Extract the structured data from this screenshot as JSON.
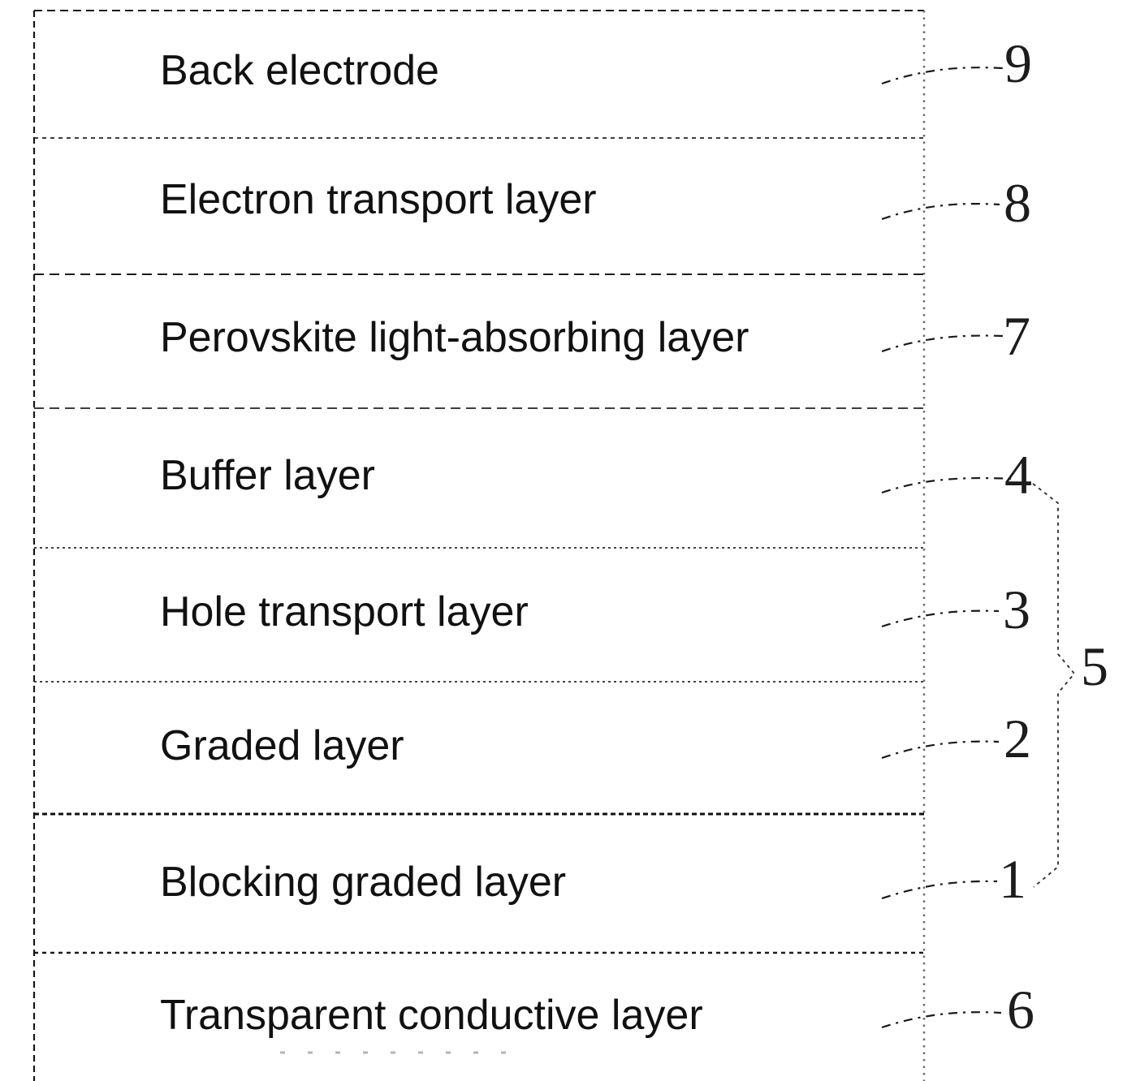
{
  "figure": {
    "type": "layer-stack-diagram",
    "layers": [
      {
        "label": "Back electrode",
        "ref": "9"
      },
      {
        "label": "Electron transport layer",
        "ref": "8"
      },
      {
        "label": "Perovskite light-absorbing layer",
        "ref": "7"
      },
      {
        "label": "Buffer layer",
        "ref": "4"
      },
      {
        "label": "Hole transport layer",
        "ref": "3"
      },
      {
        "label": "Graded layer",
        "ref": "2"
      },
      {
        "label": "Blocking graded layer",
        "ref": "1"
      },
      {
        "label": "Transparent conductive layer",
        "ref": "6"
      }
    ],
    "group": {
      "ref": "5",
      "spans_refs": [
        "4",
        "3",
        "2",
        "1"
      ]
    },
    "colors": {
      "ink": "#111111",
      "line": "#1a1a1a",
      "faint": "#666666"
    }
  }
}
